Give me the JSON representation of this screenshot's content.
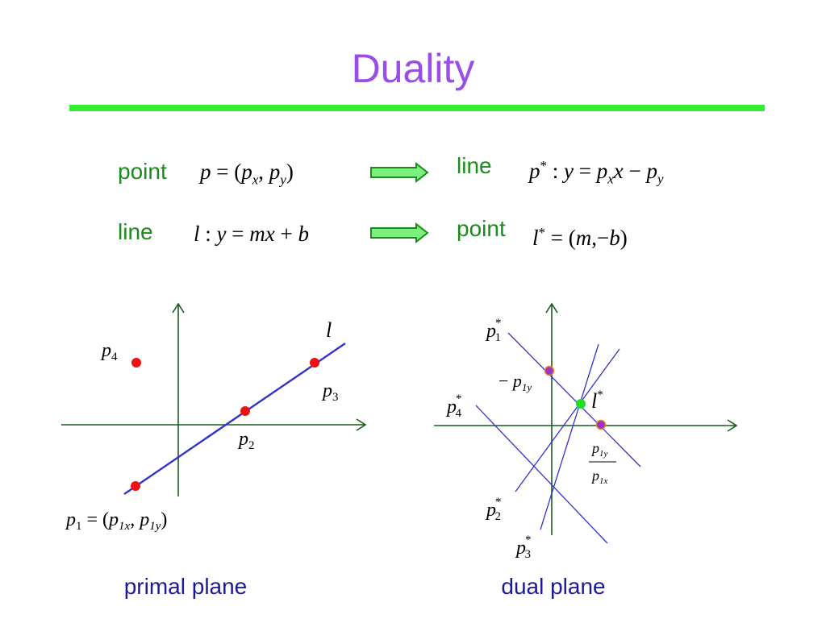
{
  "colors": {
    "title": "#9b4de8",
    "rule": "#33ee33",
    "word": "#1a8c1a",
    "caption": "#1a1a99",
    "arrow_fill": "#7cf07c",
    "arrow_stroke": "#1a8c1a",
    "axis": "#1a5c1a",
    "line": "#3333cc",
    "point_red": "#ee1111",
    "point_purple": "#9933cc",
    "point_orange": "#f08020",
    "point_green": "#22dd22"
  },
  "slide": {
    "title": "Duality"
  },
  "rows": [
    {
      "left_word": "point",
      "left_formula": {
        "lhs": "p",
        "rhs_open": "(",
        "a": "p",
        "a_sub": "x",
        "b": "p",
        "b_sub": "y",
        "rhs_close": ")"
      },
      "right_word": "line",
      "right_formula": {
        "name": "p",
        "sup": "*",
        "body_a": "y",
        "body_b": "p",
        "body_b_sub": "x",
        "body_c": "x",
        "body_d": "p",
        "body_d_sub": "y"
      }
    },
    {
      "left_word": "line",
      "left_formula": {
        "name": "l",
        "y": "y",
        "m": "m",
        "x": "x",
        "b": "b"
      },
      "right_word": "point",
      "right_formula": {
        "name": "l",
        "sup": "*",
        "m": "m",
        "b": "b"
      }
    }
  ],
  "primal": {
    "caption": "primal plane",
    "line_label": "l",
    "labels": [
      {
        "base": "p",
        "sub": "4"
      },
      {
        "base": "p",
        "sub": "3"
      },
      {
        "base": "p",
        "sub": "2"
      }
    ],
    "p1_label": {
      "base": "p",
      "sub": "1",
      "a": "p",
      "a_sub": "1x",
      "b": "p",
      "b_sub": "1y"
    }
  },
  "dual": {
    "caption": "dual plane",
    "labels": [
      {
        "base": "p",
        "sup": "*",
        "sub": "1"
      },
      {
        "base": "p",
        "sup": "*",
        "sub": "4"
      },
      {
        "base": "p",
        "sup": "*",
        "sub": "2"
      },
      {
        "base": "p",
        "sup": "*",
        "sub": "3"
      },
      {
        "base": "l",
        "sup": "*"
      }
    ],
    "neg_intercept": {
      "base": "p",
      "sub": "1y"
    },
    "slope_fraction": {
      "num": "p",
      "num_sub": "1y",
      "den": "p",
      "den_sub": "1x"
    }
  }
}
